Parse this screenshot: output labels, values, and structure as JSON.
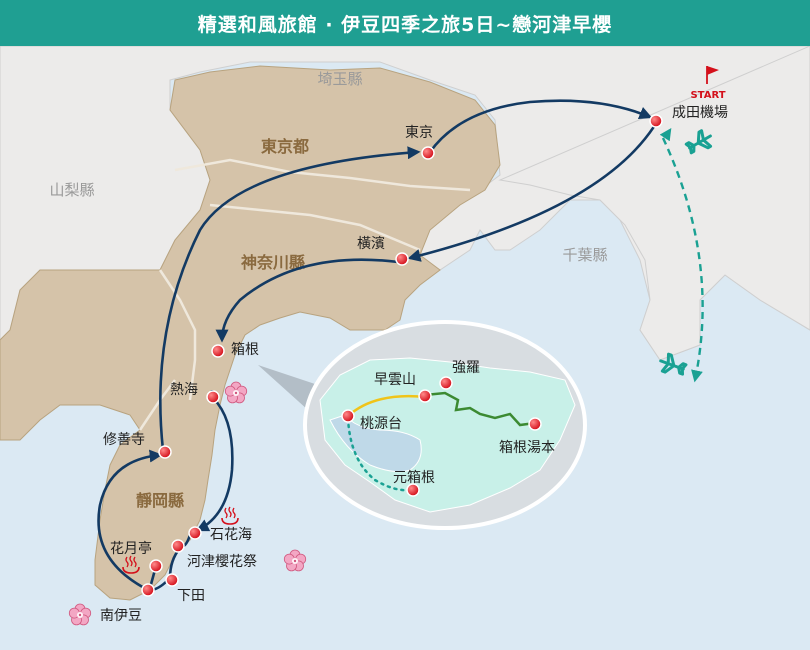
{
  "title": "精選和風旅館 · 伊豆四季之旅5日~戀河津早櫻",
  "colors": {
    "header": "#1f9f92",
    "sea": "#dbe9f3",
    "land": "#ecebea",
    "tour_land": "#d5c3a9",
    "route": "#133a63",
    "flight": "#1aa193",
    "marker": "#e01b24",
    "hakone_yellow": "#f0c419",
    "hakone_green": "#3c8a32"
  },
  "regions": {
    "saitama": "埼玉縣",
    "yamanashi": "山梨縣",
    "chiba": "千葉縣",
    "tokyo_to": "東京都",
    "kanagawa": "神奈川縣",
    "shizuoka": "靜岡縣"
  },
  "stops": {
    "narita": "成田機場",
    "start": "START",
    "tokyo": "東京",
    "yokohama": "橫濱",
    "hakone": "箱根",
    "atami": "熱海",
    "shuzenji": "修善寺",
    "ishikawa": "石花海",
    "kawazu": "河津櫻花祭",
    "kagetsutei": "花月亭",
    "shimoda": "下田",
    "minamiizu": "南伊豆"
  },
  "inset": {
    "sounzan": "早雲山",
    "gora": "強羅",
    "togendai": "桃源台",
    "yumoto": "箱根湯本",
    "motohakone": "元箱根"
  },
  "icons": [
    "flag-icon",
    "airplane-icon",
    "sakura-icon",
    "onsen-icon"
  ]
}
